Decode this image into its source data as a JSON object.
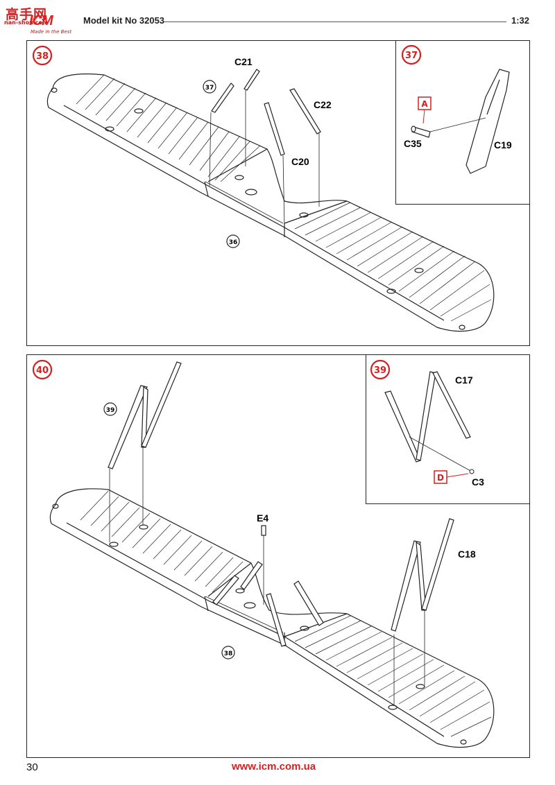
{
  "header": {
    "logo_chinese": "高手网",
    "logo_url": "nan-shou.com",
    "logo_brand": "ICM",
    "logo_tagline": "Made in the Best",
    "kit_title": "Model kit No 32053",
    "scale": "1:32"
  },
  "steps": {
    "step38": {
      "badge": "38",
      "parts": {
        "c21": "C21",
        "c22": "C22",
        "c20": "C20"
      },
      "ref_37": "37",
      "ref_36": "36"
    },
    "step37": {
      "badge": "37",
      "marker": "A",
      "parts": {
        "c35": "C35",
        "c19": "C19"
      }
    },
    "step40": {
      "badge": "40",
      "parts": {
        "e4": "E4",
        "c18": "C18"
      },
      "ref_39": "39",
      "ref_38": "38"
    },
    "step39": {
      "badge": "39",
      "marker": "D",
      "parts": {
        "c17": "C17",
        "c3": "C3"
      }
    }
  },
  "footer": {
    "page_number": "30",
    "website": "www.icm.com.ua"
  },
  "colors": {
    "accent_red": "#d42020",
    "line": "#222222"
  }
}
